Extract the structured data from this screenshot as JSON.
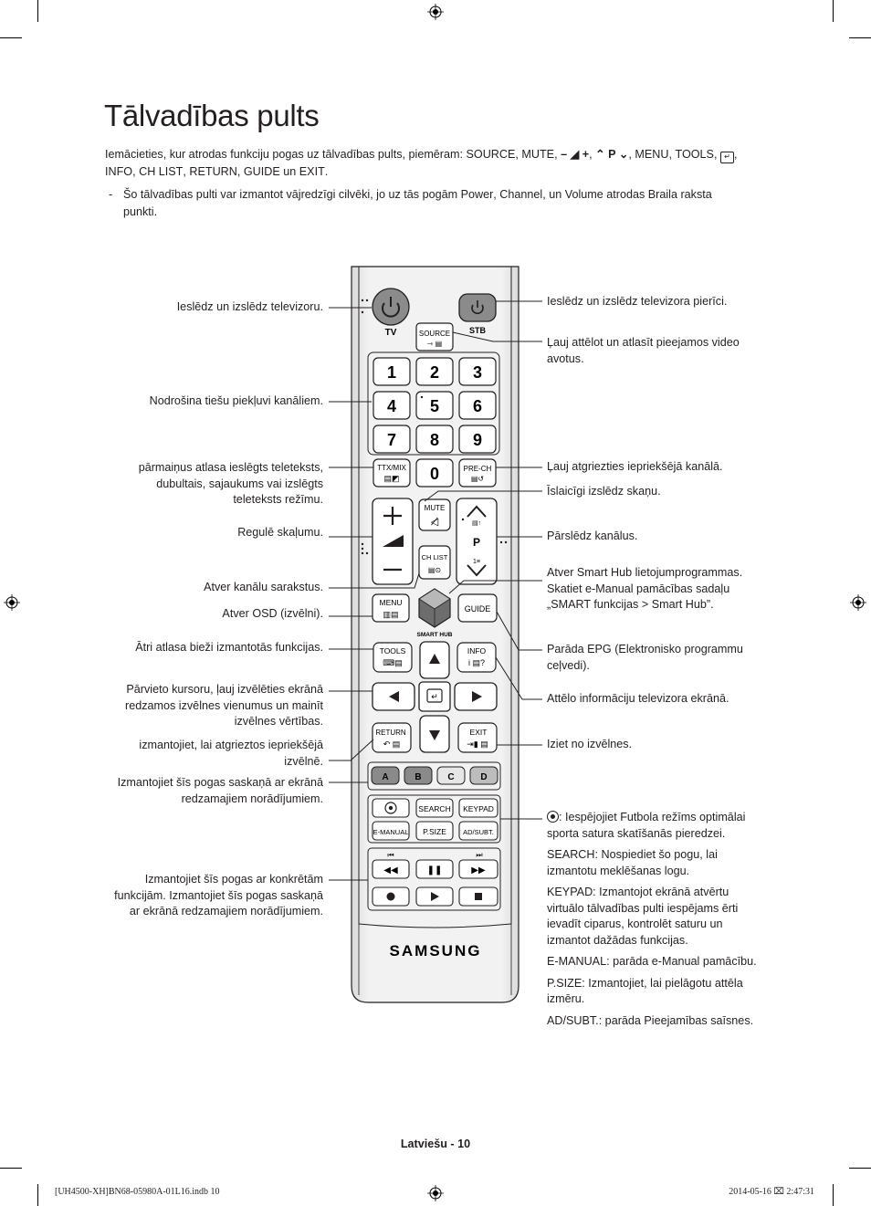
{
  "page": {
    "title": "Tālvadības pults",
    "intro_text": "Iemācieties, kur atrodas funkciju pogas uz tālvadības pults, piemēram:",
    "intro_keys": [
      "SOURCE",
      "MUTE",
      "INFO",
      "CH LIST",
      "RETURN",
      "GUIDE",
      "EXIT",
      "MENU",
      "TOOLS"
    ],
    "intro_vol_glyph": "– ◢ +",
    "intro_ch_glyph": "⌃ P ⌄",
    "intro_and": "un",
    "note_dash": "-",
    "note_text_1": "Šo tālvadības pulti var izmantot vājredzīgi cilvēki, jo uz tās pogām",
    "note_key_power": "Power",
    "note_key_channel": "Channel",
    "note_and": "un",
    "note_key_volume": "Volume",
    "note_text_2": "atrodas Braila raksta punkti.",
    "footer": "Latviešu - 10",
    "print_left": "[UH4500-XH]BN68-05980A-01L16.indb   10",
    "print_right": "2014-05-16   ⌧ 2:47:31"
  },
  "labels_left": [
    "Ieslēdz un izslēdz televizoru.",
    "Nodrošina tiešu piekļuvi kanāliem.",
    "pārmaiņus atlasa ieslēgts teleteksts, dubultais, sajaukums vai izslēgts teleteksts režīmu.",
    "Regulē skaļumu.",
    "Atver kanālu sarakstus.",
    "Atver OSD (izvēlni).",
    "Ātri atlasa bieži izmantotās funkcijas.",
    "Pārvieto kursoru, ļauj izvēlēties ekrānā redzamos izvēlnes vienumus un mainīt izvēlnes vērtības.",
    "izmantojiet, lai atgrieztos iepriekšējā izvēlnē.",
    "Izmantojiet šīs pogas saskaņā ar ekrānā redzamajiem norādījumiem.",
    "Izmantojiet šīs pogas ar konkrētām funkcijām. Izmantojiet šīs pogas saskaņā ar ekrānā redzamajiem norādījumiem."
  ],
  "labels_right": {
    "stb_power": "Ieslēdz un izslēdz televizora pierīci.",
    "source": "Ļauj attēlot un atlasīt pieejamos video avotus.",
    "prech": "Ļauj atgriezties iepriekšējā kanālā.",
    "mute": "Īslaicīgi izslēdz skaņu.",
    "channel": "Pārslēdz kanālus.",
    "smarthub_1": "Atver",
    "smarthub_key": "Smart Hub",
    "smarthub_2": "lietojumprogrammas. Skatiet e-Manual pamācības sadaļu „",
    "smarthub_key2": "SMART funkcijas",
    "smarthub_gt": ">",
    "smarthub_key3": "Smart Hub",
    "smarthub_3": "”.",
    "guide_1": "Parāda",
    "guide_key": "EPG",
    "guide_2": "(Elektronisko programmu ceļvedi).",
    "info": "Attēlo informāciju televizora ekrānā.",
    "exit": "Iziet no izvēlnes."
  },
  "func_desc": {
    "football_1": ": Iespējojiet",
    "football_key": "Futbola režīms",
    "football_2": "optimālai sporta satura skatīšanās pieredzei.",
    "search_key": "SEARCH",
    "search_text": ": Nospiediet šo pogu, lai izmantotu meklēšanas logu.",
    "keypad_key": "KEYPAD",
    "keypad_text": ": Izmantojot ekrānā atvērtu virtuālo tālvadības pulti iespējams ērti ievadīt ciparus, kontrolēt saturu un izmantot dažādas funkcijas.",
    "emanual_key": "E-MANUAL",
    "emanual_text": ": parāda",
    "emanual_key2": "e-Manual",
    "emanual_text2": "pamācību.",
    "psize_key": "P.SIZE",
    "psize_text": ": Izmantojiet, lai pielāgotu attēla izmēru.",
    "adsubt_key": "AD/SUBT.",
    "adsubt_text": ": parāda",
    "adsubt_key2": "Pieejamības saīsnes",
    "adsubt_end": "."
  },
  "remote": {
    "tv": "TV",
    "stb": "STB",
    "source": "SOURCE",
    "digits": [
      "1",
      "2",
      "3",
      "4",
      "5",
      "6",
      "7",
      "8",
      "9",
      "0"
    ],
    "ttx": "TTX/MIX",
    "prech": "PRE-CH",
    "mute": "MUTE",
    "p": "P",
    "chlist": "CH LIST",
    "menu": "MENU",
    "smarthub": "SMART HUB",
    "guide": "GUIDE",
    "tools": "TOOLS",
    "info": "INFO",
    "return": "RETURN",
    "exit": "EXIT",
    "color_a": "A",
    "color_b": "B",
    "color_c": "C",
    "color_d": "D",
    "search": "SEARCH",
    "keypad": "KEYPAD",
    "emanual": "E-MANUAL",
    "psize": "P.SIZE",
    "adsubt": "AD/SUBT.",
    "brand": "SAMSUNG"
  },
  "colors": {
    "text": "#231f20",
    "button_a": "#c0392b",
    "button_b": "#5b9b3a",
    "button_c": "#e3c431",
    "button_d": "#2f6db5"
  }
}
